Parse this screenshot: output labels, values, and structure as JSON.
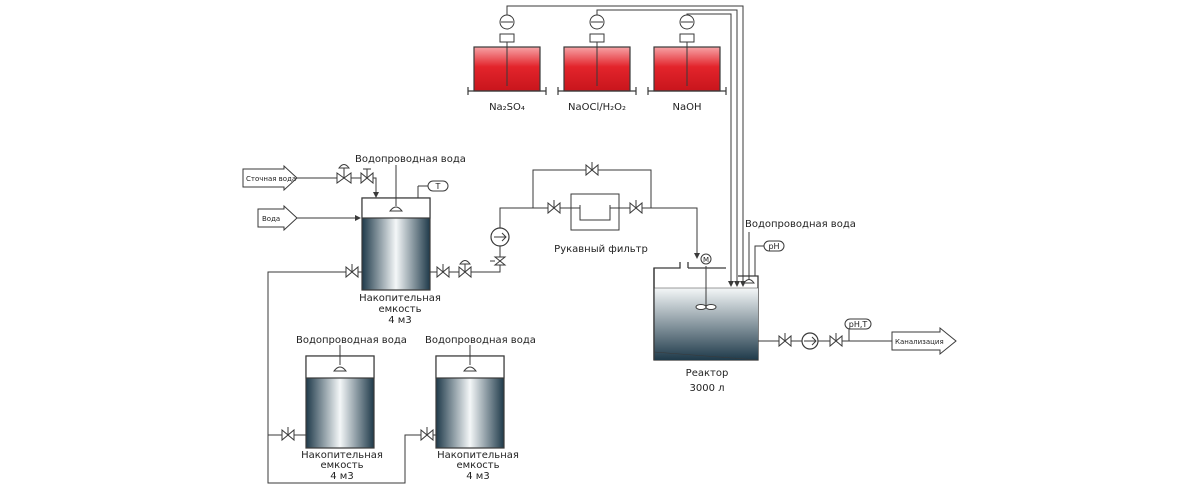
{
  "colors": {
    "line": "#3a3a3a",
    "chemical_fill": "#e3242b",
    "tank_dark": "#1f3a4a",
    "tank_light": "#f4f7f8"
  },
  "chemicals": {
    "c1": "Na₂SO₄",
    "c2": "NaOCl/H₂O₂",
    "c3": "NaOH"
  },
  "inputs": {
    "wastewater": "Сточная вода",
    "water": "Вода"
  },
  "tap_water": {
    "main_tank": "Водопроводная вода",
    "reactor": "Водопроводная вода",
    "tank2": "Водопроводная вода",
    "tank3": "Водопроводная вода"
  },
  "instruments": {
    "temperature": "T",
    "ph": "pH",
    "ph_t": "pH,T",
    "motor": "M"
  },
  "storage_tank": {
    "line1": "Накопительная",
    "line2": "емкость",
    "line3": "4 м3"
  },
  "bag_filter": "Рукавный фильтр",
  "reactor": {
    "line1": "Реактор",
    "line2": "3000 л"
  },
  "output": "Канализация"
}
